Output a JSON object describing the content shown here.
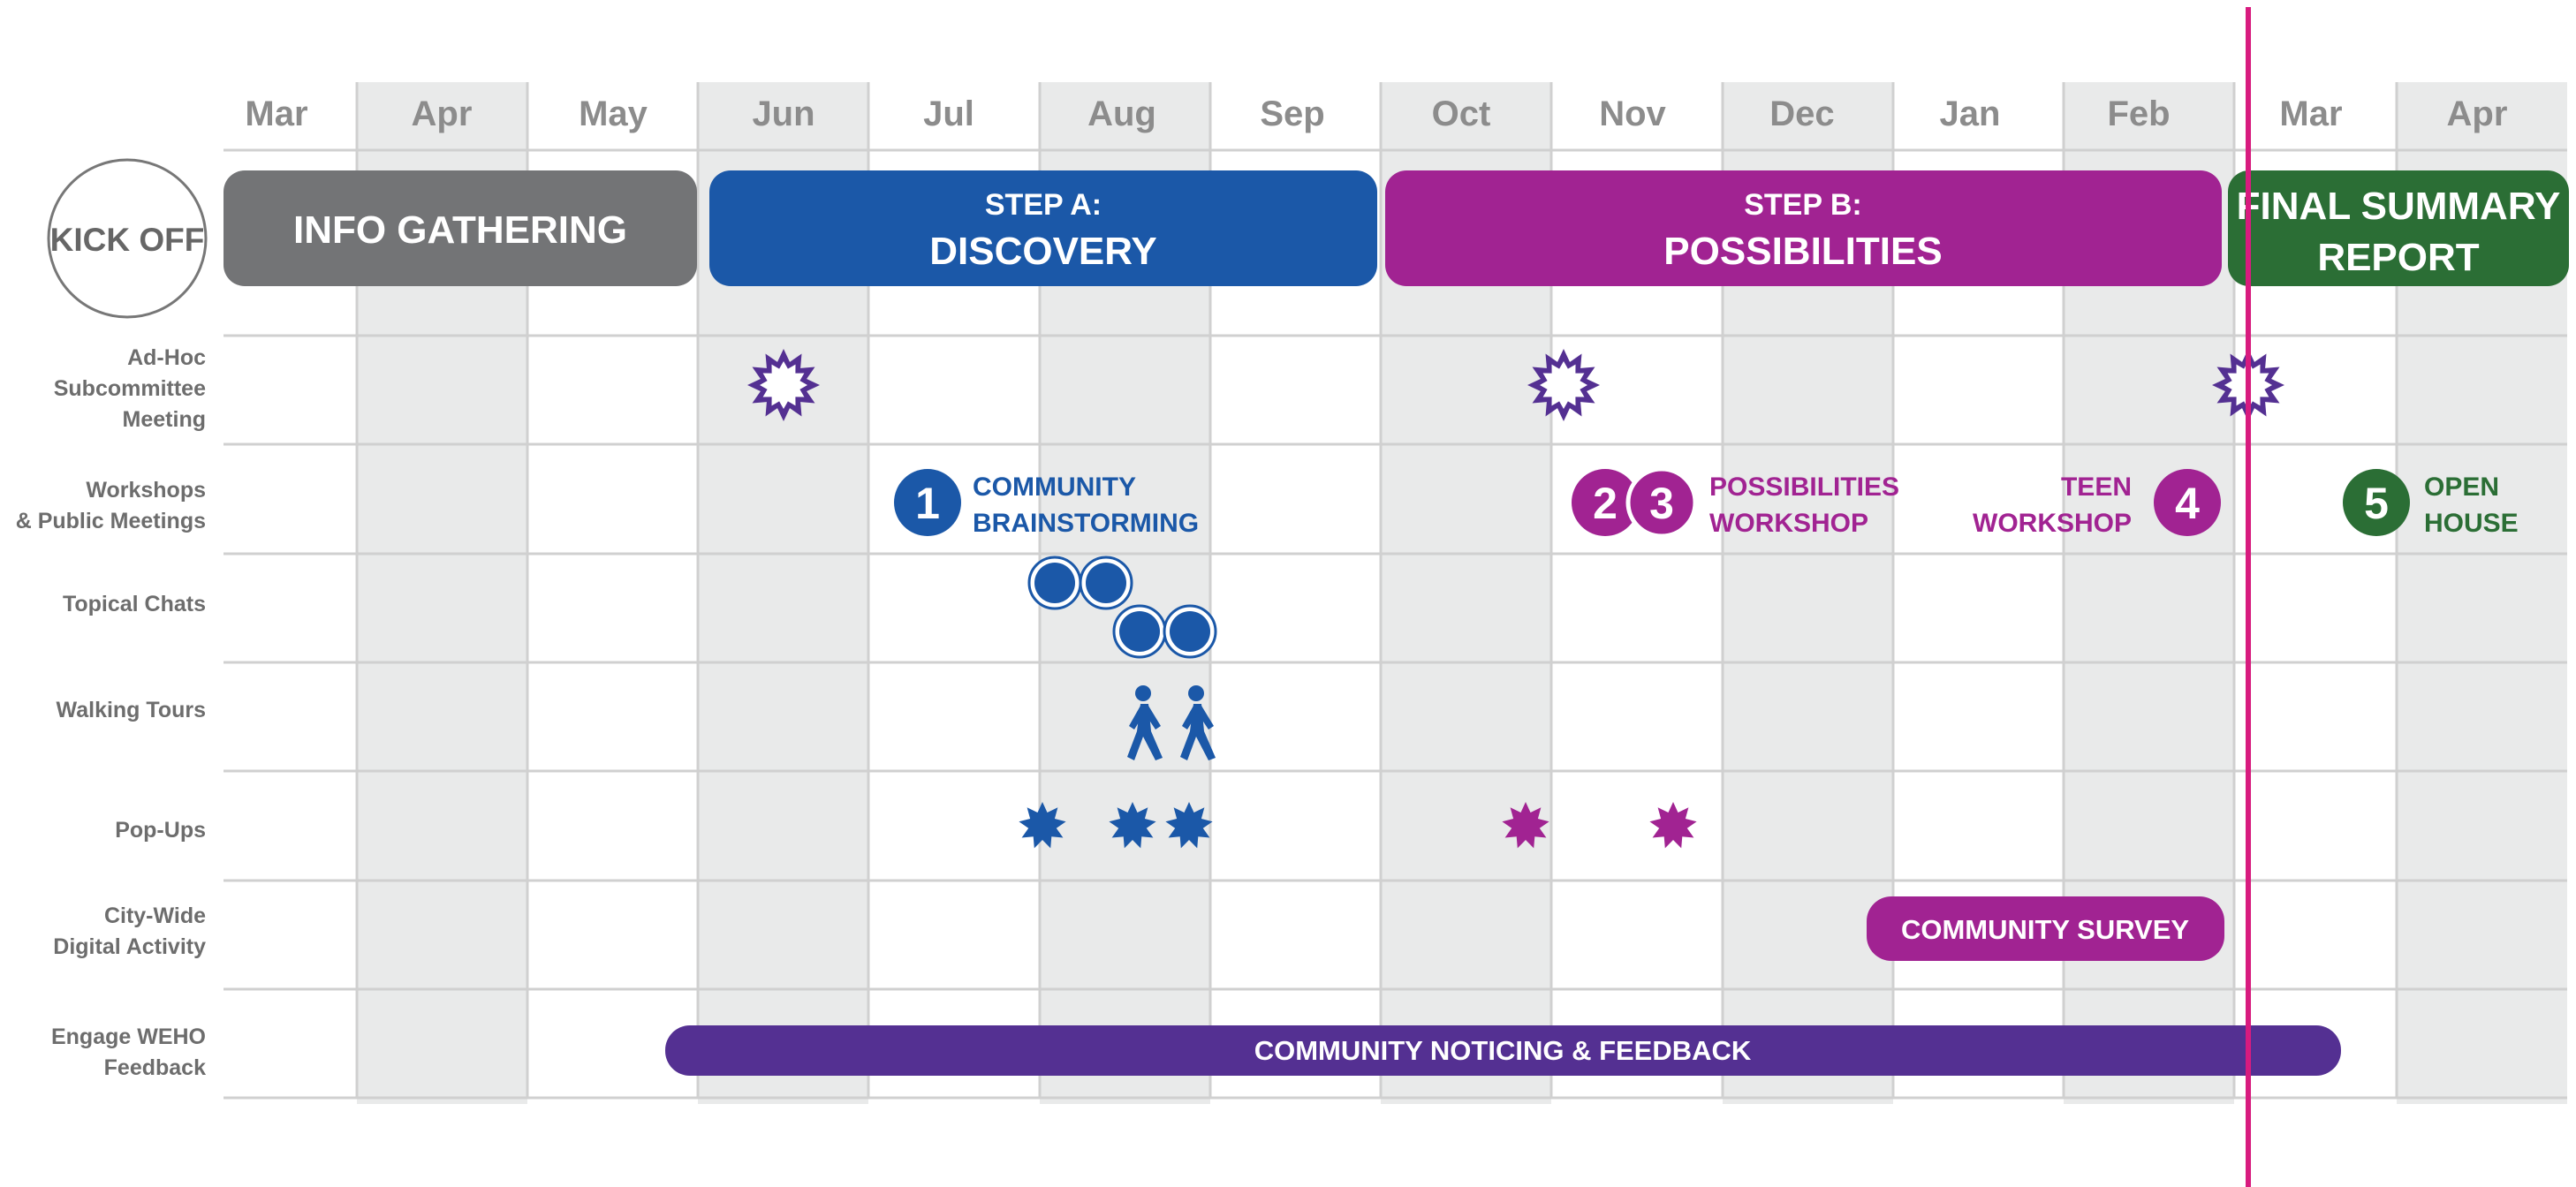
{
  "months": [
    "Mar",
    "Apr",
    "May",
    "Jun",
    "Jul",
    "Aug",
    "Sep",
    "Oct",
    "Nov",
    "Dec",
    "Jan",
    "Feb",
    "Mar",
    "Apr"
  ],
  "kickoff": "KICK OFF",
  "phases": [
    {
      "id": "info",
      "lines": [
        "INFO GATHERING"
      ],
      "color": "#737476"
    },
    {
      "id": "step-a",
      "lines": [
        "STEP A:",
        "DISCOVERY"
      ],
      "color": "#1b58a8"
    },
    {
      "id": "step-b",
      "lines": [
        "STEP B:",
        "POSSIBILITIES"
      ],
      "color": "#a12392"
    },
    {
      "id": "final",
      "lines": [
        "FINAL SUMMARY",
        "REPORT"
      ],
      "color": "#2b6e35"
    }
  ],
  "rows": [
    {
      "id": "adhoc",
      "lines": [
        "Ad-Hoc",
        "Subcommittee",
        "Meeting"
      ]
    },
    {
      "id": "workshops",
      "lines": [
        "Workshops",
        "& Public Meetings"
      ]
    },
    {
      "id": "chats",
      "lines": [
        "Topical Chats"
      ]
    },
    {
      "id": "tours",
      "lines": [
        "Walking Tours"
      ]
    },
    {
      "id": "popups",
      "lines": [
        "Pop-Ups"
      ]
    },
    {
      "id": "digital",
      "lines": [
        "City-Wide",
        "Digital Activity"
      ]
    },
    {
      "id": "engage",
      "lines": [
        "Engage WEHO",
        "Feedback"
      ]
    }
  ],
  "workshops": [
    {
      "numbers": [
        "1"
      ],
      "lines": [
        "COMMUNITY",
        "BRAINSTORMING"
      ],
      "color": "#1b58a8"
    },
    {
      "numbers": [
        "2",
        "3"
      ],
      "lines": [
        "POSSIBILITIES",
        "WORKSHOP"
      ],
      "color": "#a12392"
    },
    {
      "numbers": [
        "4"
      ],
      "lines": [
        "TEEN",
        "WORKSHOP"
      ],
      "color": "#a12392"
    },
    {
      "numbers": [
        "5"
      ],
      "lines": [
        "OPEN",
        "HOUSE"
      ],
      "color": "#2b6e35"
    }
  ],
  "bars": {
    "survey": {
      "label": "COMMUNITY SURVEY",
      "color": "#a12392"
    },
    "noticing": {
      "label": "COMMUNITY NOTICING & FEEDBACK",
      "color": "#543092"
    }
  },
  "colors": {
    "blue": "#1b58a8",
    "magenta": "#a12392",
    "purple": "#543092",
    "green": "#2b6e35",
    "today_line": "#d81b7f",
    "shade": "#e9eaea",
    "grid": "#d0d0d0"
  }
}
